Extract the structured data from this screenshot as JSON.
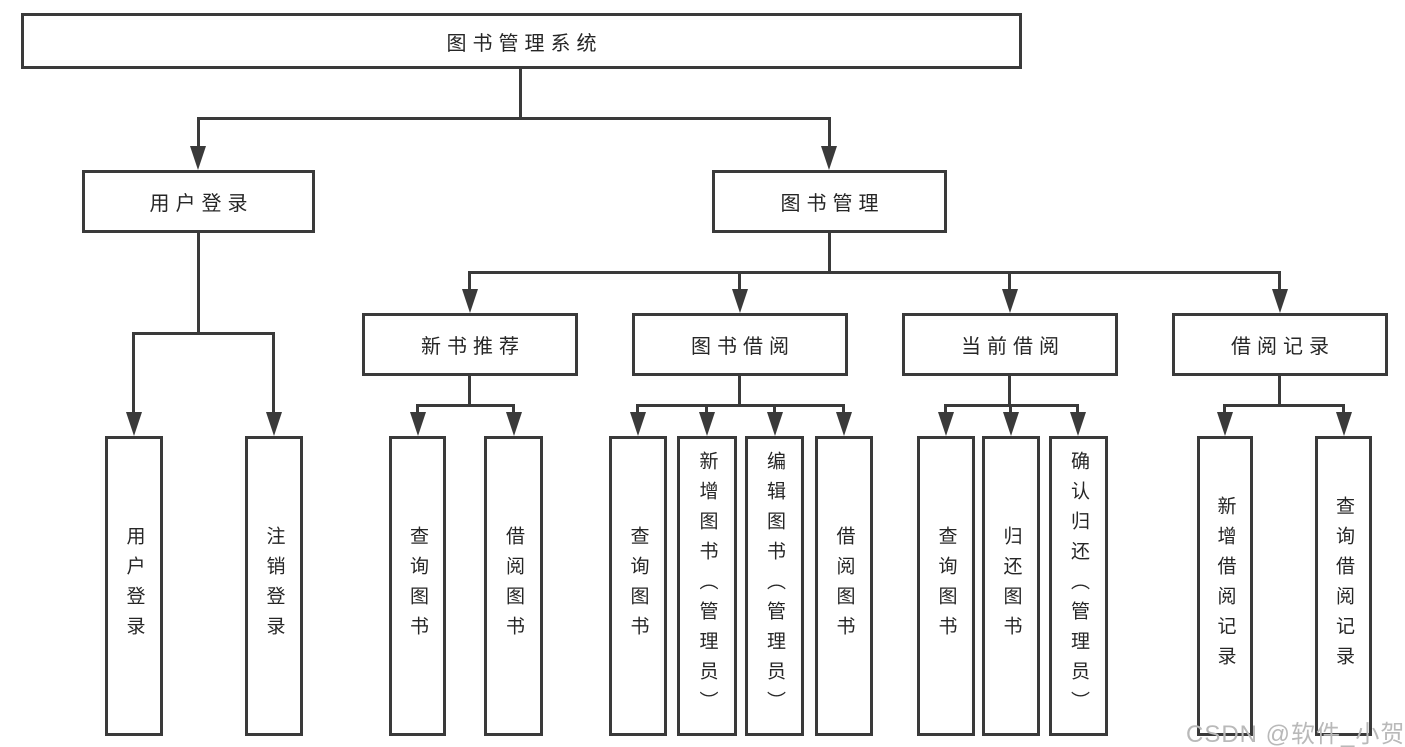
{
  "tree": {
    "root": {
      "label": "图书管理系统"
    },
    "branches": [
      {
        "label": "用户登录",
        "leaves": [
          {
            "label": "用户登录"
          },
          {
            "label": "注销登录"
          }
        ]
      },
      {
        "label": "图书管理",
        "groups": [
          {
            "label": "新书推荐",
            "leaves": [
              {
                "label": "查询图书"
              },
              {
                "label": "借阅图书"
              }
            ]
          },
          {
            "label": "图书借阅",
            "leaves": [
              {
                "label": "查询图书"
              },
              {
                "label": "新增图书（管理员）"
              },
              {
                "label": "编辑图书（管理员）"
              },
              {
                "label": "借阅图书"
              }
            ]
          },
          {
            "label": "当前借阅",
            "leaves": [
              {
                "label": "查询图书"
              },
              {
                "label": "归还图书"
              },
              {
                "label": "确认归还（管理员）"
              }
            ]
          },
          {
            "label": "借阅记录",
            "leaves": [
              {
                "label": "新增借阅记录"
              },
              {
                "label": "查询借阅记录"
              }
            ]
          }
        ]
      }
    ]
  },
  "watermark": {
    "text": "CSDN @软件_小贺同学"
  },
  "colors": {
    "line": "#3a3a3a",
    "box_border": "#3a3a3a",
    "text": "#262626",
    "watermark": "#b9b9b9",
    "background": "#ffffff"
  }
}
